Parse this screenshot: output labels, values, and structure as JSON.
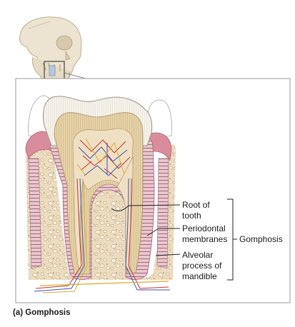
{
  "figure": {
    "caption": "(a) Gomphosis",
    "labels": {
      "root_of_tooth": [
        "Root of",
        "tooth"
      ],
      "periodontal_membranes": [
        "Periodontal",
        "membranes"
      ],
      "alveolar_process": [
        "Alveolar",
        "process of",
        "mandible"
      ],
      "bracket_label": "Gomphosis"
    }
  },
  "colors": {
    "enamel": "#f4f1ea",
    "dentin": "#e2cfa6",
    "pulp": "#f1e6d2",
    "gum": "#d98d9c",
    "bone": "#ecd9bd",
    "membrane": "#c7a8b4",
    "skull": "#ece3d0",
    "panel_border": "#9a9a9a",
    "nerve": "#e0a82e",
    "artery": "#c8342d",
    "vein": "#3b55b3"
  }
}
